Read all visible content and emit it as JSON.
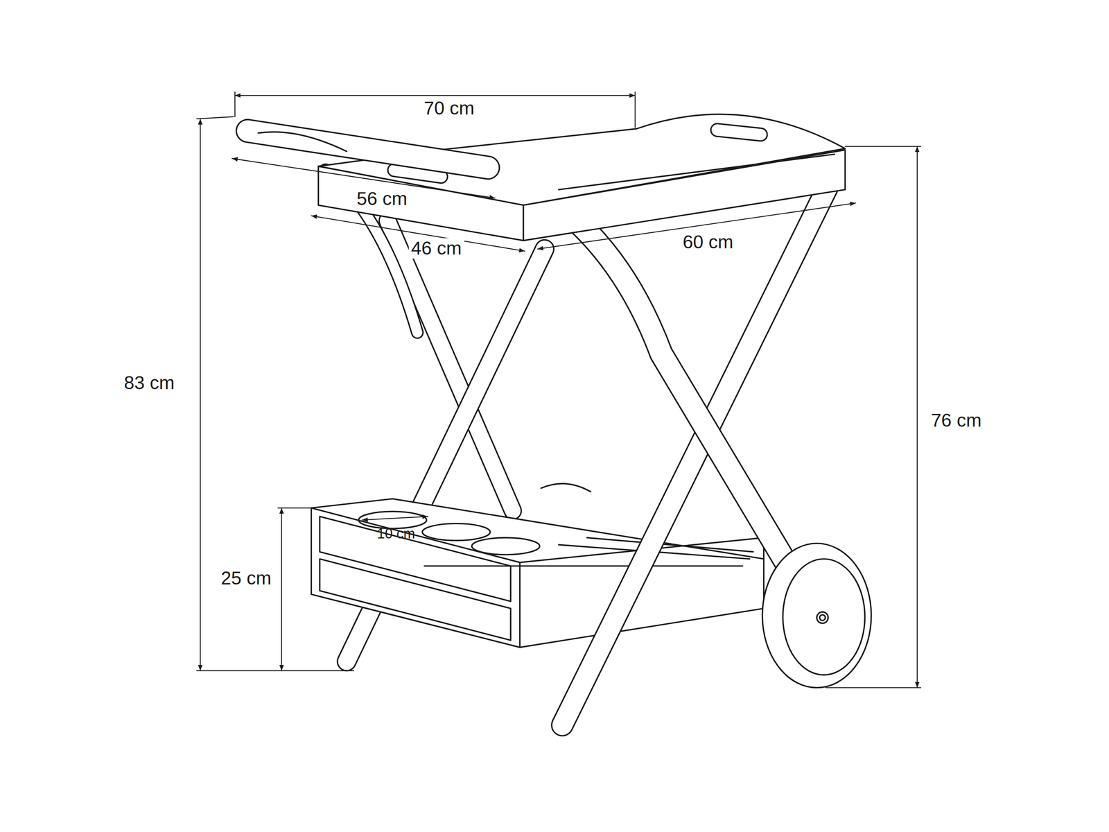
{
  "diagram": {
    "labels": [
      "70 cm",
      "56 cm",
      "46 cm",
      "60 cm",
      "83 cm",
      "76 cm",
      "25 cm",
      "10 cm"
    ]
  }
}
